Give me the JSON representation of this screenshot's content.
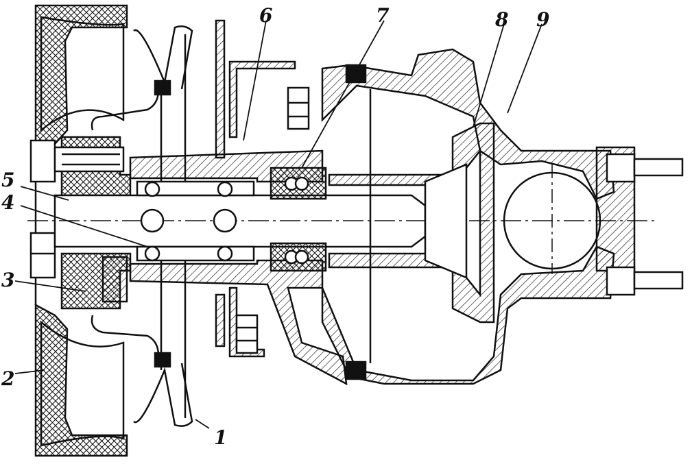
{
  "diagram": {
    "type": "technical-cross-section",
    "line_color": "#111111",
    "background": "#ffffff",
    "callouts": [
      {
        "id": "1",
        "label": "1"
      },
      {
        "id": "2",
        "label": "2"
      },
      {
        "id": "3",
        "label": "3"
      },
      {
        "id": "4",
        "label": "4"
      },
      {
        "id": "5",
        "label": "5"
      },
      {
        "id": "6",
        "label": "6"
      },
      {
        "id": "7",
        "label": "7"
      },
      {
        "id": "8",
        "label": "8"
      },
      {
        "id": "9",
        "label": "9"
      }
    ]
  }
}
